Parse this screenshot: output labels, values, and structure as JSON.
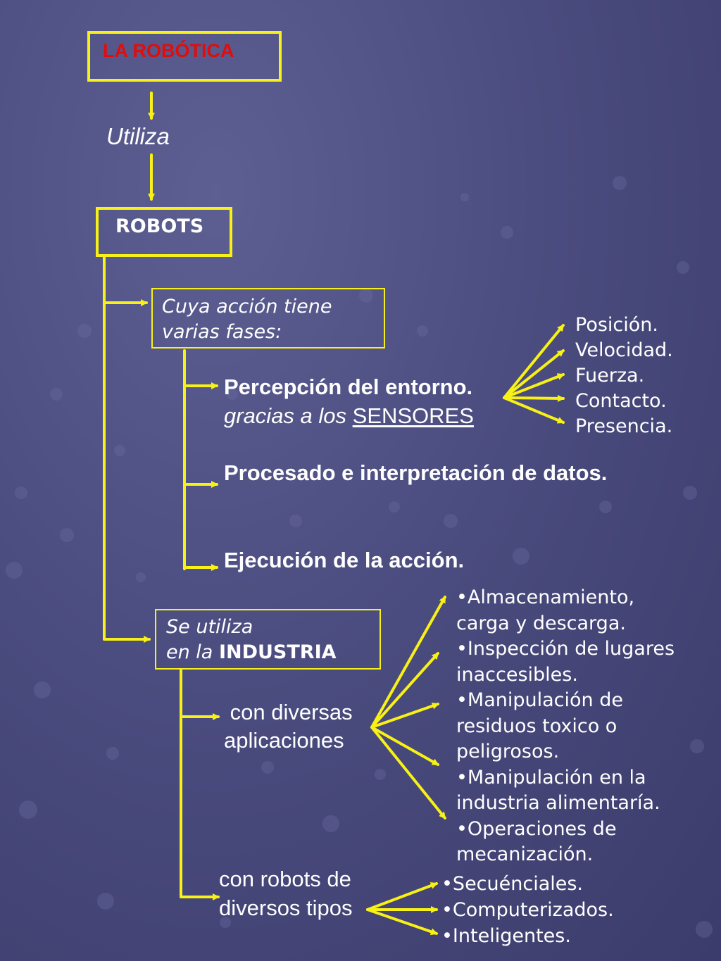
{
  "title": "LA ROBÓTICA",
  "utiliza": "Utiliza",
  "robots": "ROBOTS",
  "fases": {
    "line1": "Cuya acción tiene",
    "line2": "varias fases:"
  },
  "percepcion": {
    "line1": "Percepción del entorno.",
    "line2_pre": "gracias a los ",
    "line2_key": "SENSORES"
  },
  "sensores": [
    "Posición.",
    "Velocidad.",
    "Fuerza.",
    "Contacto.",
    "Presencia."
  ],
  "procesado": "Procesado e interpretación de datos.",
  "ejecucion": "Ejecución de la acción.",
  "industria": {
    "line1": "Se utiliza",
    "line2_pre": "en la ",
    "line2_key": "INDUSTRIA"
  },
  "aplicaciones": {
    "line1": " con diversas",
    "line2": "aplicaciones"
  },
  "aplicaciones_items": [
    "•Almacenamiento,",
    "carga y descarga.",
    "•Inspección de lugares",
    "inaccesibles.",
    "•Manipulación de",
    "residuos toxico o",
    "peligrosos.",
    "•Manipulación en la",
    "industria alimentaría.",
    "•Operaciones de",
    "mecanización."
  ],
  "tipos": {
    "line1": "con robots de",
    "line2": "diversos tipos"
  },
  "tipos_items": [
    "•Secuénciales.",
    "•Computerizados.",
    "•Inteligentes."
  ],
  "colors": {
    "accent": "#f7f117",
    "title_red": "#e00d0d",
    "text": "#ffffff"
  }
}
